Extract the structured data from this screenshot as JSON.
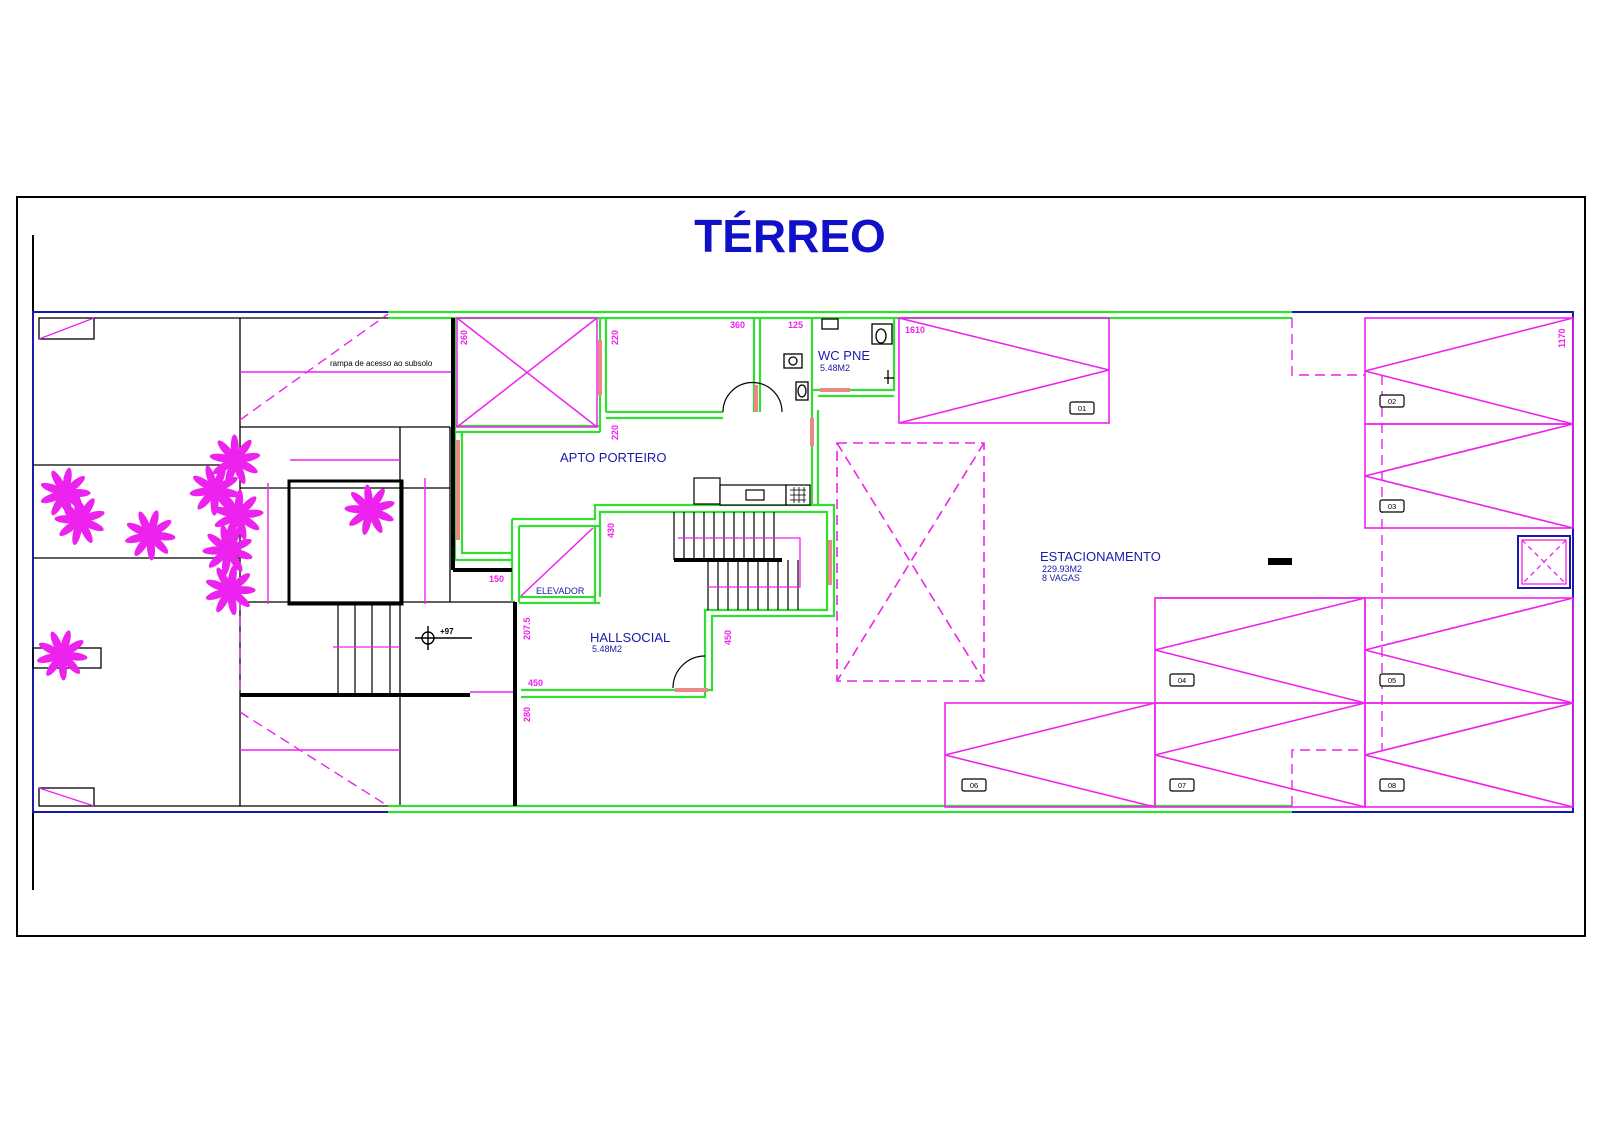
{
  "drawing": {
    "title": "TÉRREO",
    "ramp_label": "rampa de acesso ao subsolo",
    "level_mark": "+97",
    "colors": {
      "title": "#1010c8",
      "outline": "#1a1aa8",
      "wall": "#33dd33",
      "magenta": "#ee22ee",
      "door": "#ee8888",
      "black": "#000000"
    }
  },
  "rooms": {
    "apto_porteiro": {
      "name": "APTO PORTEIRO"
    },
    "wc_pne": {
      "name": "WC PNE",
      "area": "5.48M2"
    },
    "elevador": {
      "name": "ELEVADOR"
    },
    "hall_social": {
      "name": "HALLSOCIAL",
      "area": "5.48M2"
    },
    "estacionamento": {
      "name": "ESTACIONAMENTO",
      "area": "229.93M2",
      "spaces": "8 VAGAS"
    }
  },
  "dimensions": {
    "d260": "260",
    "d220a": "220",
    "d360": "360",
    "d125": "125",
    "d1610": "1610",
    "d1170": "1170",
    "d220b": "220",
    "d430": "430",
    "d150": "150",
    "d2075": "207.5",
    "d450a": "450",
    "d450b": "450",
    "d280": "280"
  },
  "parking_spots": [
    "01",
    "02",
    "03",
    "04",
    "05",
    "06",
    "07",
    "08"
  ]
}
